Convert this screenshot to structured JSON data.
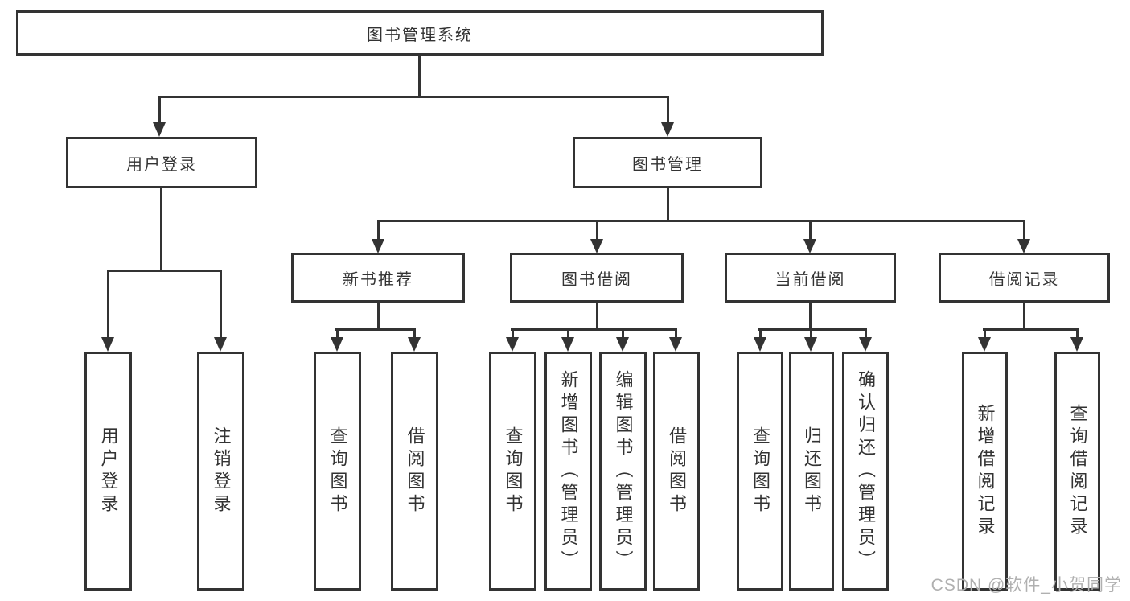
{
  "tree": {
    "label": "图书管理系统",
    "children": [
      {
        "label": "用户登录",
        "children": [
          {
            "label": "用户登录"
          },
          {
            "label": "注销登录"
          }
        ]
      },
      {
        "label": "图书管理",
        "children": [
          {
            "label": "新书推荐",
            "children": [
              {
                "label": "查询图书"
              },
              {
                "label": "借阅图书"
              }
            ]
          },
          {
            "label": "图书借阅",
            "children": [
              {
                "label": "查询图书"
              },
              {
                "label": "新增图书（管理员）"
              },
              {
                "label": "编辑图书（管理员）"
              },
              {
                "label": "借阅图书"
              }
            ]
          },
          {
            "label": "当前借阅",
            "children": [
              {
                "label": "查询图书"
              },
              {
                "label": "归还图书"
              },
              {
                "label": "确认归还（管理员）"
              }
            ]
          },
          {
            "label": "借阅记录",
            "children": [
              {
                "label": "新增借阅记录"
              },
              {
                "label": "查询借阅记录"
              }
            ]
          }
        ]
      }
    ]
  },
  "watermark": {
    "text": "CSDN @软件_小贺同学"
  },
  "colors": {
    "line": "#333333",
    "text": "#333333",
    "background": "#ffffff",
    "watermark": "#b0b0b0"
  }
}
